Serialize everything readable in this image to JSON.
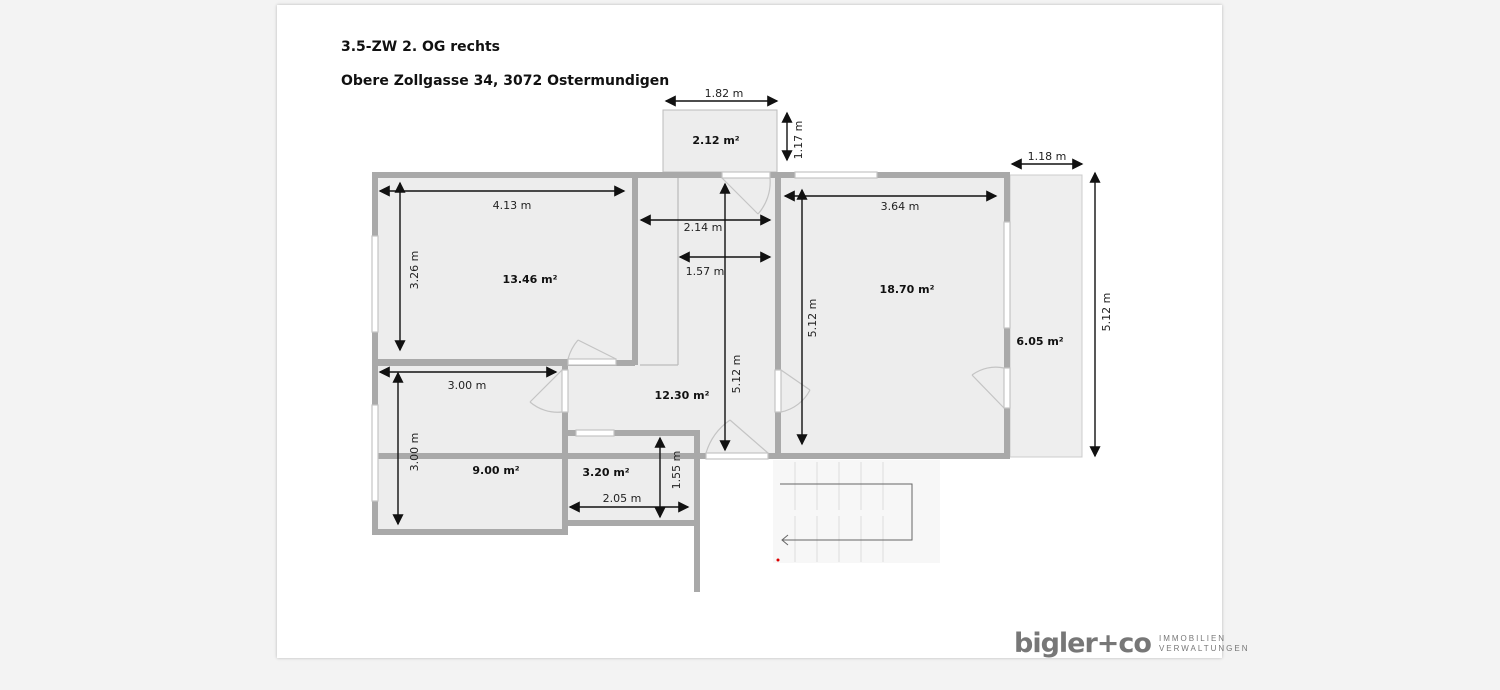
{
  "document": {
    "title": "3.5-ZW 2. OG rechts",
    "address": "Obere Zollgasse 34, 3072 Ostermundigen"
  },
  "plan": {
    "areas": {
      "storage_top": "2.12 m²",
      "room_top_left": "13.46 m²",
      "room_bottom_left": "9.00 m²",
      "bathroom": "3.20 m²",
      "hall": "12.30 m²",
      "room_right": "18.70 m²",
      "balcony": "6.05 m²"
    },
    "dimensions": {
      "storage_width": "1.82 m",
      "storage_depth": "1.17 m",
      "balcony_width": "1.18 m",
      "balcony_length": "5.12 m",
      "room_top_left_width": "4.13 m",
      "room_top_left_depth": "3.26 m",
      "corridor_width": "2.14 m",
      "corridor_inner_width": "1.57 m",
      "hall_length": "5.12 m",
      "room_right_width": "3.64 m",
      "room_right_depth": "5.12 m",
      "room_bottom_left_width": "3.00 m",
      "room_bottom_left_depth": "3.00 m",
      "bathroom_width": "2.05 m",
      "bathroom_depth": "1.55 m"
    }
  },
  "logo": {
    "name": "bigler+co",
    "line1": "IMMOBILIEN",
    "line2": "VERWALTUNGEN"
  }
}
